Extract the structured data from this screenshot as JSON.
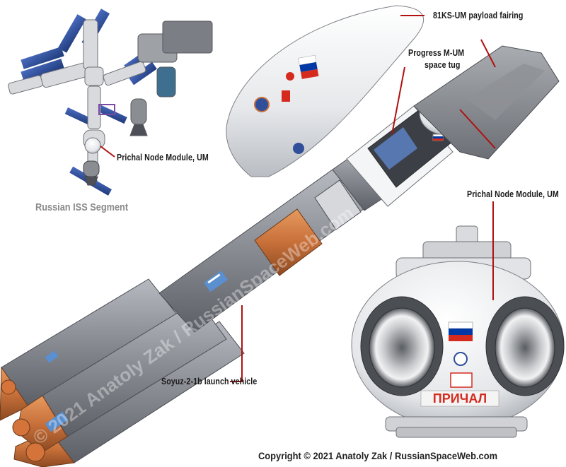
{
  "labels": {
    "fairing": "81KS-UM payload fairing",
    "progress_line1": "Progress M-UM",
    "progress_line2": "space tug",
    "prichal_iss": "Prichal Node Module, UM",
    "prichal_main": "Prichal Node Module, UM",
    "rocket": "Soyuz-2-1b launch vehicle",
    "segment": "Russian ISS Segment",
    "module_sign": "ПРИЧАЛ"
  },
  "footer": {
    "copyright": "Copyright © 2021 Anatoly Zak / RussianSpaceWeb.com"
  },
  "watermark": "© 2021 Anatoly Zak / RussianSpaceWeb.com",
  "colors": {
    "rocket_gray": "#8c8f96",
    "rocket_orange": "#c8703a",
    "module_white": "#eef0f2",
    "flag_red": "#d52b1e",
    "flag_blue": "#0039a6",
    "solar_blue": "#2d4f9e",
    "leader_red": "#b01010"
  }
}
